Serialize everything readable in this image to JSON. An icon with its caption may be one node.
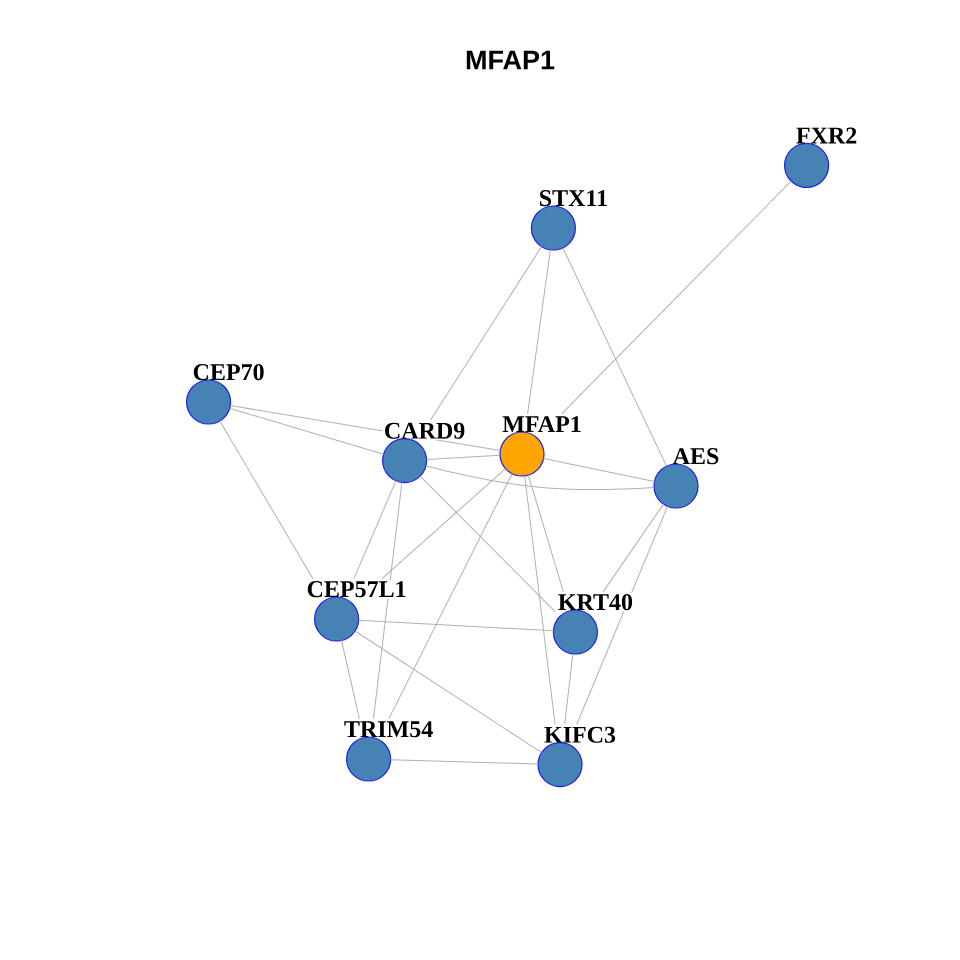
{
  "diagram": {
    "title": "MFAP1",
    "nodes": [
      {
        "text": [
          "FXR2"
        ]
      },
      {
        "text": [
          "STX11"
        ]
      },
      {
        "text": [
          "CEP70"
        ]
      },
      {
        "text": [
          "CARD9"
        ]
      },
      {
        "text": [
          "MFAP1"
        ]
      },
      {
        "text": [
          "AES"
        ]
      },
      {
        "text": [
          "CEP57L1"
        ]
      },
      {
        "text": [
          "KRT40"
        ]
      },
      {
        "text": [
          "TRIM54"
        ]
      },
      {
        "text": [
          "KIFC3"
        ]
      }
    ],
    "edges": [
      {
        "from": 4,
        "to": 0,
        "arrow": "none"
      },
      {
        "from": 4,
        "to": 1,
        "arrow": "none"
      },
      {
        "from": 1,
        "to": 3,
        "arrow": "none"
      },
      {
        "from": 1,
        "to": 5,
        "arrow": "none"
      },
      {
        "from": 2,
        "to": 4,
        "arrow": "none"
      },
      {
        "from": 2,
        "to": 3,
        "arrow": "none"
      },
      {
        "from": 2,
        "to": 6,
        "arrow": "none"
      },
      {
        "from": 3,
        "to": 4,
        "arrow": "none"
      },
      {
        "from": 3,
        "to": 5,
        "arrow": "none"
      },
      {
        "from": 4,
        "to": 5,
        "arrow": "none"
      },
      {
        "from": 3,
        "to": 6,
        "arrow": "none"
      },
      {
        "from": 3,
        "to": 8,
        "arrow": "none"
      },
      {
        "from": 3,
        "to": 7,
        "arrow": "none"
      },
      {
        "from": 4,
        "to": 6,
        "arrow": "none"
      },
      {
        "from": 4,
        "to": 8,
        "arrow": "none"
      },
      {
        "from": 4,
        "to": 7,
        "arrow": "none"
      },
      {
        "from": 4,
        "to": 9,
        "arrow": "none"
      },
      {
        "from": 5,
        "to": 7,
        "arrow": "none"
      },
      {
        "from": 5,
        "to": 9,
        "arrow": "none"
      },
      {
        "from": 6,
        "to": 7,
        "arrow": "none"
      },
      {
        "from": 6,
        "to": 8,
        "arrow": "none"
      },
      {
        "from": 6,
        "to": 9,
        "arrow": "none"
      },
      {
        "from": 7,
        "to": 9,
        "arrow": "none"
      },
      {
        "from": 8,
        "to": 9,
        "arrow": "none"
      }
    ]
  }
}
